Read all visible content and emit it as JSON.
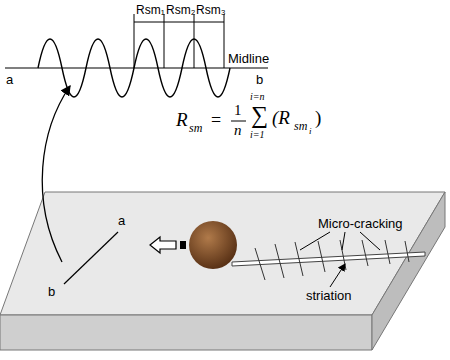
{
  "diagram": {
    "labels": [
      "Rsm₁",
      "Rsm₂",
      "Rsm₃",
      "Midline",
      "a",
      "b",
      "R",
      "sm",
      "=",
      "1",
      "n",
      "i=n",
      "∑",
      "i=1",
      "(R",
      "sm",
      "i",
      ")",
      "Micro-cracking",
      "striation",
      "a",
      "b"
    ]
  }
}
